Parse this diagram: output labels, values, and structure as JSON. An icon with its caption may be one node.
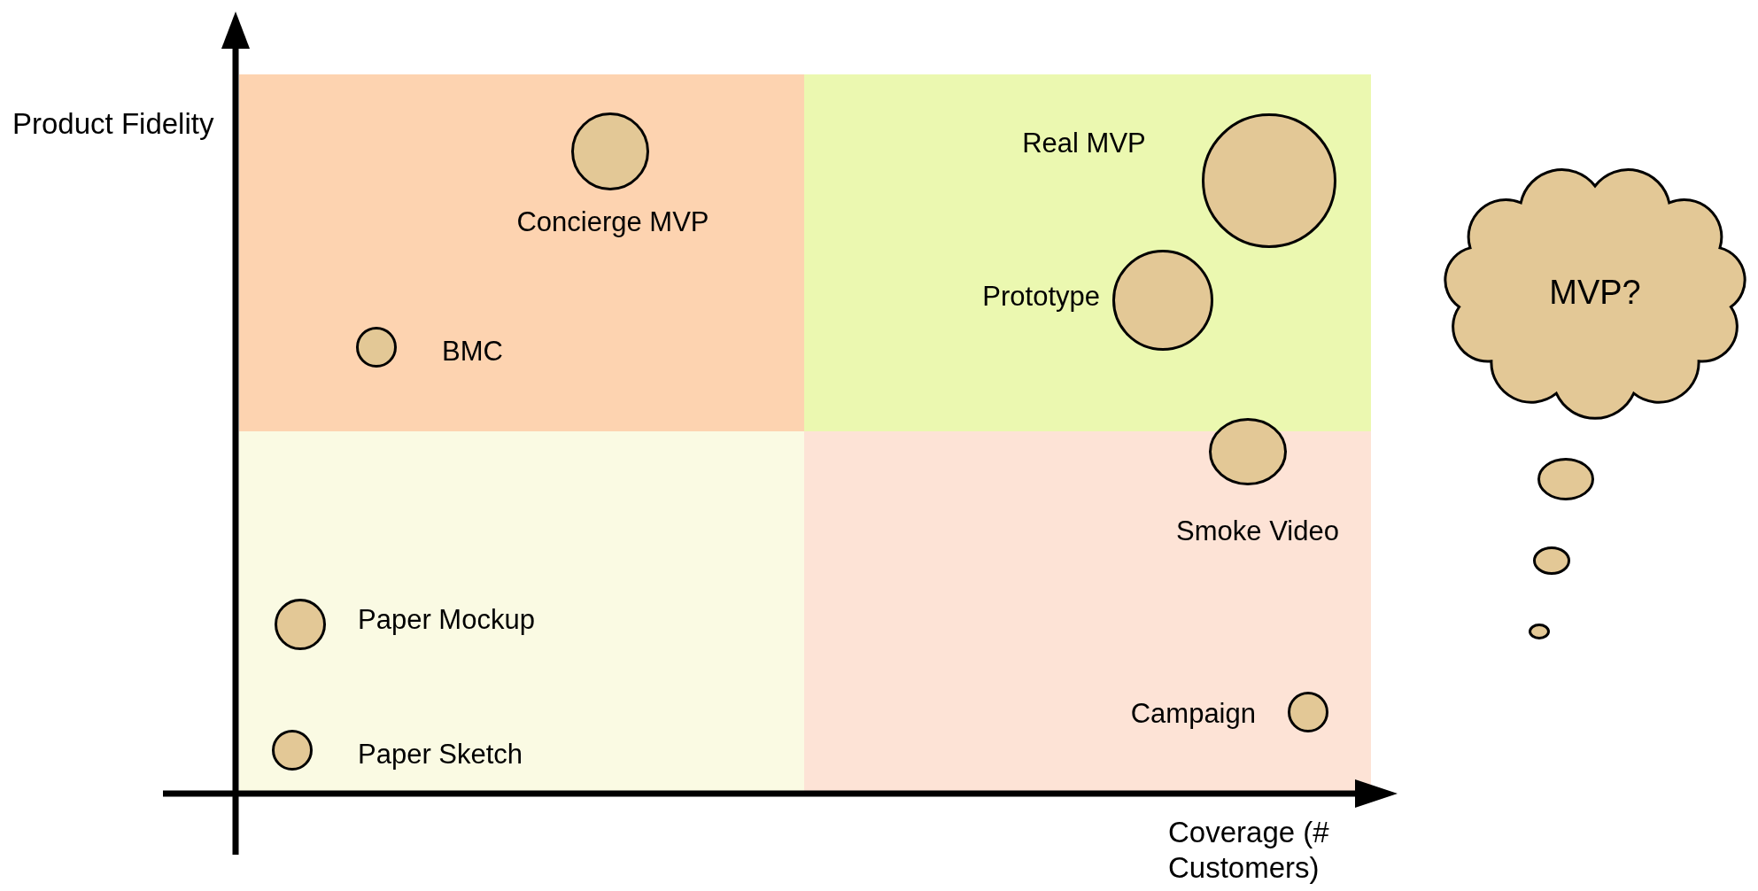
{
  "diagram": {
    "nodes": [
      {
        "text": [],
        "shape": "circle",
        "beside": [
          "Concierge MVP"
        ]
      },
      {
        "text": [],
        "shape": "circle",
        "beside": [
          "Real MVP"
        ]
      },
      {
        "text": [
          "MVP?"
        ]
      },
      {
        "text": [],
        "shape": "circle",
        "beside": [
          "Prototype"
        ]
      },
      {
        "text": [],
        "shape": "circle",
        "beside": [
          "BMC"
        ]
      },
      {
        "text": [],
        "shape": "circle",
        "beside": [
          "Smoke Video"
        ]
      },
      {
        "text": [],
        "shape": "circle"
      },
      {
        "text": [],
        "shape": "circle"
      },
      {
        "text": [],
        "shape": "circle"
      },
      {
        "text": [],
        "shape": "circle",
        "beside": [
          "Paper Mockup"
        ]
      },
      {
        "text": [],
        "shape": "circle",
        "beside": [
          "Campaign"
        ]
      },
      {
        "text": [],
        "shape": "circle",
        "beside": [
          "Paper Sketch"
        ]
      }
    ],
    "labels": [
      "Product Fidelity",
      "Coverage (# Customers)"
    ]
  }
}
